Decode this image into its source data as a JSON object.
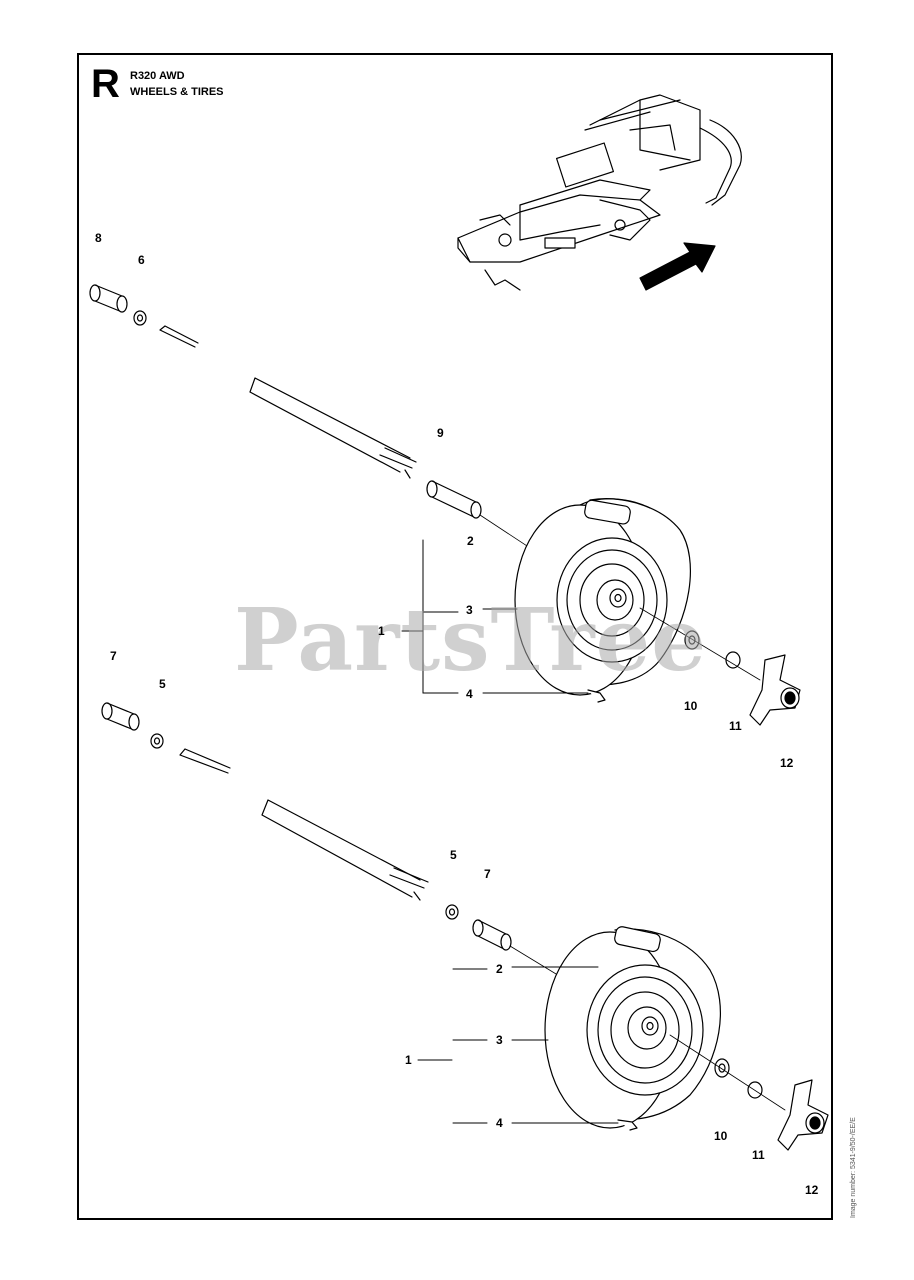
{
  "header": {
    "section_letter": "R",
    "model": "R320 AWD",
    "title": "WHEELS & TIRES"
  },
  "callouts": {
    "top_8": "8",
    "top_6": "6",
    "top_9": "9",
    "top_2": "2",
    "top_3": "3",
    "top_1": "1",
    "top_4": "4",
    "top_10": "10",
    "top_11": "11",
    "top_12": "12",
    "low_7a": "7",
    "low_5a": "5",
    "low_5b": "5",
    "low_7b": "7",
    "low_2": "2",
    "low_3": "3",
    "low_1": "1",
    "low_4": "4",
    "low_10": "10",
    "low_11": "11",
    "low_12": "12"
  },
  "watermark": "PartsTree",
  "side_code": "Image number: 5341-9/50-/EE/E"
}
